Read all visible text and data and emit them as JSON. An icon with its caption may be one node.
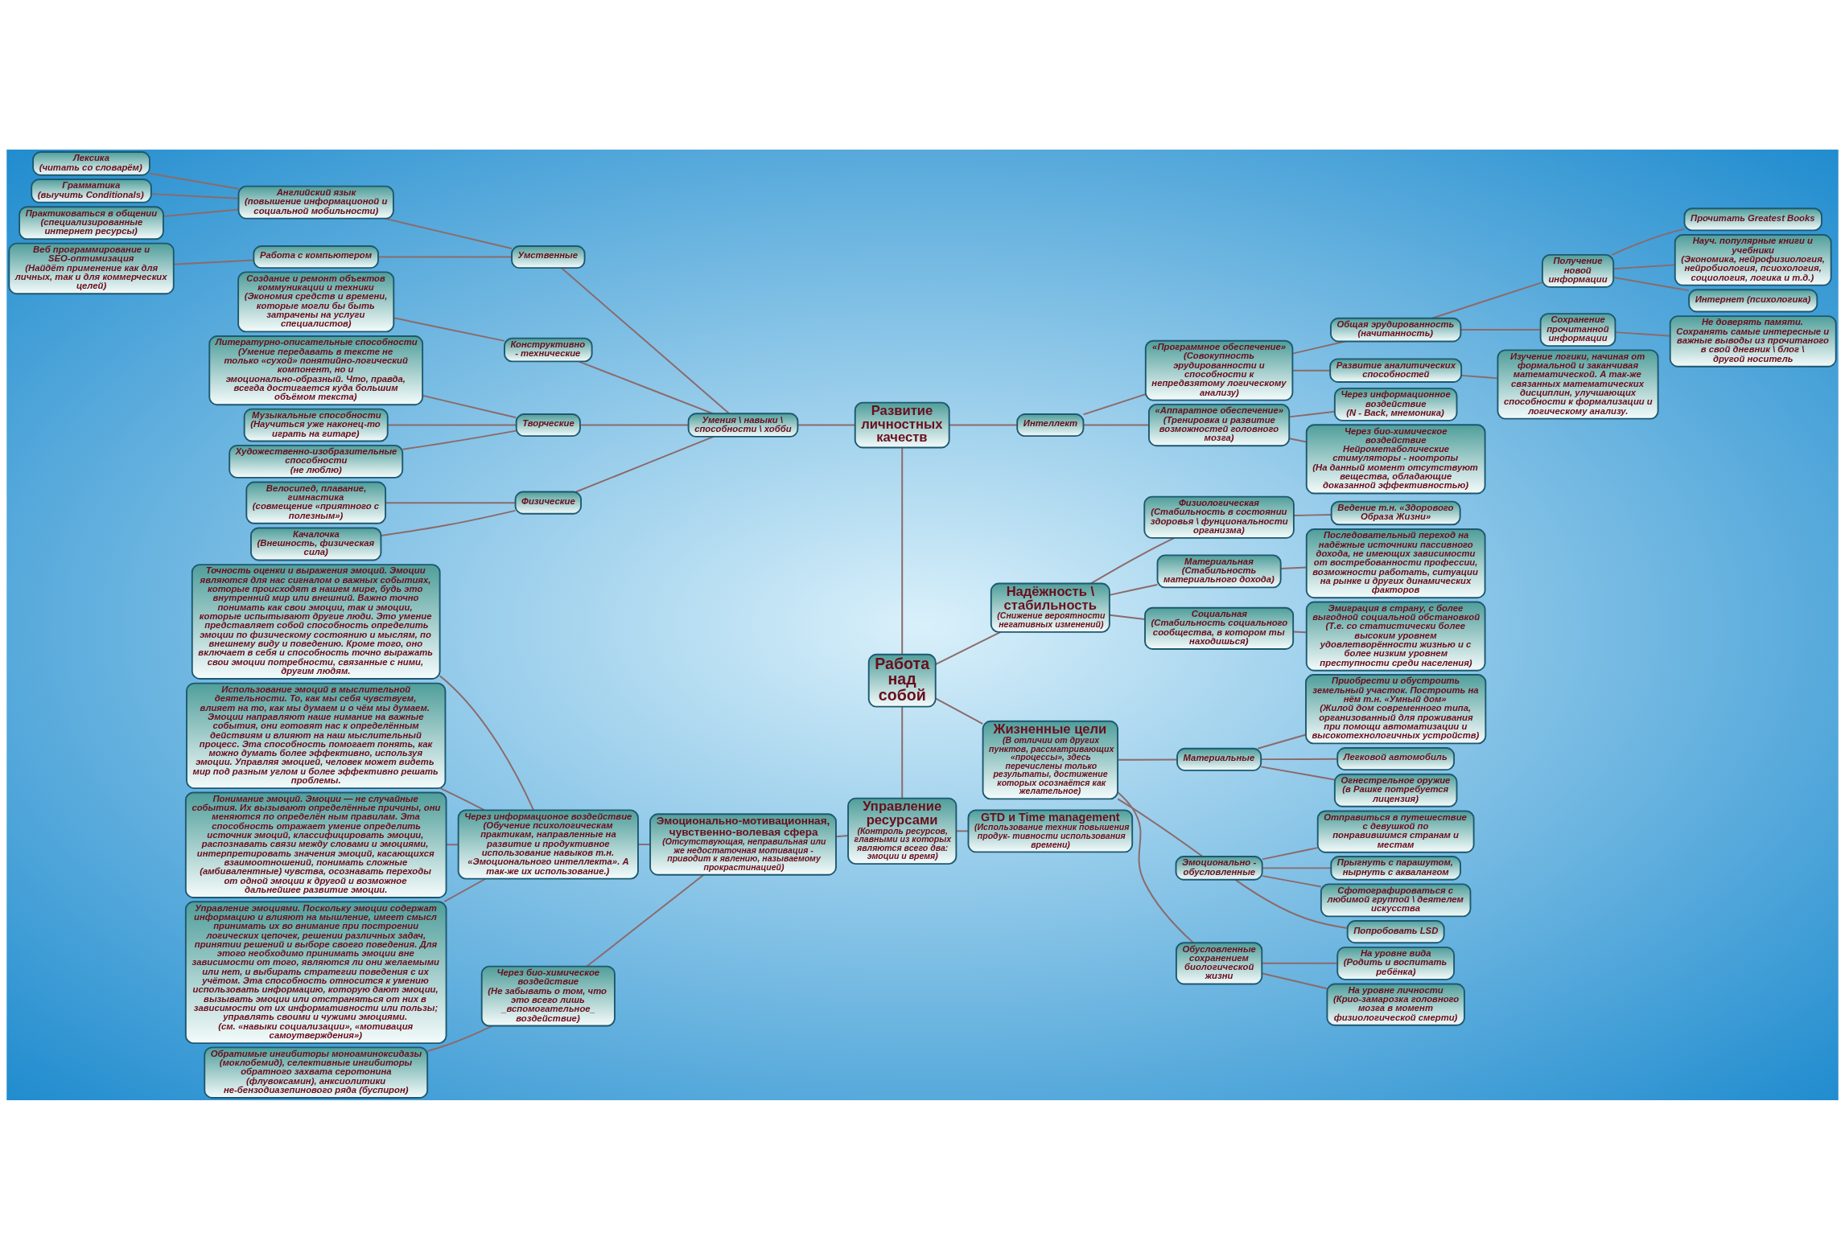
{
  "diagram": {
    "nodes": [
      {
        "text": [
          "Работа над собой"
        ]
      },
      {
        "text": [
          "Развитие личностных качеств"
        ]
      },
      {
        "text": [
          "Умения \\ навыки \\ способности \\ хобби"
        ]
      },
      {
        "text": [
          "Умственные"
        ]
      },
      {
        "text": [
          "Английский язык",
          "(повышение информационой и социальной мобильности)"
        ]
      },
      {
        "text": [
          "Лексика",
          "(читать со словарём)"
        ]
      },
      {
        "text": [
          "Грамматика",
          "(выучить Conditionals)"
        ]
      },
      {
        "text": [
          "Практиковаться в общении",
          "(специализированные интернет ресурсы)"
        ]
      },
      {
        "text": [
          "Работа с компьютером"
        ]
      },
      {
        "text": [
          "Веб программирование и SEO-оптимизация",
          "(Найдёт применение как для личных, так и для коммерческих целей)"
        ]
      },
      {
        "text": [
          "Конструктивно - технические"
        ]
      },
      {
        "text": [
          "Создание и ремонт объектов коммуникации и техники",
          "(Экономия средств и времени, которые могли бы быть затрачены на услуги специалистов)"
        ]
      },
      {
        "text": [
          "Творческие"
        ]
      },
      {
        "text": [
          "Литературно-описательные способности",
          "(Умение передавать в тексте не только «сухой» понятийно-логический компонент, но и эмоционально-образный. Что, правда, всегда достигается куда большим объёмом текста)"
        ]
      },
      {
        "text": [
          "Музыкальные способности",
          "(Научиться уже наконец-то играть на гитаре)"
        ]
      },
      {
        "text": [
          "Художественно-изобразительные способности",
          "(не люблю)"
        ]
      },
      {
        "text": [
          "Физические"
        ]
      },
      {
        "text": [
          "Велосипед, плавание, гимнастика",
          "(совмещение «приятного с полезным»)"
        ]
      },
      {
        "text": [
          "Качалочка",
          "(Внешность, физическая сила)"
        ]
      },
      {
        "text": [
          "Интеллект"
        ]
      },
      {
        "text": [
          "«Программное обеспечение»",
          "(Совокупность эрудированности и способности к непредвзятому логическому анализу)"
        ]
      },
      {
        "text": [
          "Общая эрудированность",
          "(начитанность)"
        ]
      },
      {
        "text": [
          "Получение новой информации"
        ]
      },
      {
        "text": [
          "Прочитать Greatest Books"
        ]
      },
      {
        "text": [
          "Науч. популярные книги и учебники",
          "(Экономика, нейрофизиология, нейробиология, псиохология, социология, логика и т.д.)"
        ]
      },
      {
        "text": [
          "Интернет (психологика)"
        ]
      },
      {
        "text": [
          "Сохранение прочитанной информации"
        ]
      },
      {
        "text": [
          "Не доверять памяти.",
          "Сохранять самые интересные и важные выводы из прочитаного в свой дневник \\ блог \\ другой носитель"
        ]
      },
      {
        "text": [
          "Развитие аналитических способностей"
        ]
      },
      {
        "text": [
          "Изучение логики, начиная от формальной и заканчивая математической. А так-же связанных математических дисциплин, улучшающих способности к формализации и логическому анализу."
        ]
      },
      {
        "text": [
          "«Аппаратное обеспечение»",
          "(Тренировка и развитие возможностей головного мозга)"
        ]
      },
      {
        "text": [
          "Через информационное воздействие",
          "(N - Back, мнемоника)"
        ]
      },
      {
        "text": [
          "Через био-химическое воздействие",
          "Нейрометаболические стимуляторы - ноотропы",
          "(На данный момент отсутствуют вещества, обладающие доказанной эффективностью)"
        ]
      },
      {
        "text": [
          "Надёжность \\ стабильность",
          "(Снижение вероятности негативных изменений)"
        ]
      },
      {
        "text": [
          "Физиологическая",
          "(Стабильность в состоянии здоровья \\ фунциональности организма)"
        ]
      },
      {
        "text": [
          "Ведение т.н. «Здорового Образа Жизни»"
        ]
      },
      {
        "text": [
          "Материальная",
          "(Стабильность материального дохода)"
        ]
      },
      {
        "text": [
          "Последовательный переход на надёжные источники пассивного дохода, не имеющих зависимости от востребованности профессии, возможности работать, ситуации на рынке и других динамических факторов"
        ]
      },
      {
        "text": [
          "Социальная",
          "(Стабильность социального сообщества, в котором ты находишься)"
        ]
      },
      {
        "text": [
          "Эмиграция в страну, с более выгодной социальной обстановкой",
          "(Т.е. со статистически более высоким уровнем удовлетворённости жизнью и с более низким уровнем преступности среди населения)"
        ]
      },
      {
        "text": [
          "Управление ресурсами",
          "(Контроль ресурсов, главными из которых являются всего два: эмоции и время)"
        ]
      },
      {
        "text": [
          "Эмоционально-мотивационная, чувственно-волевая сфера",
          "(Отсутствующая, неправильная или же недостаточная мотивация - приводит к явлению, называемому прокрастинацией)"
        ]
      },
      {
        "text": [
          "Через информационое воздействие",
          "(Обучение психологическам практикам, направленные на развитие и продуктивное использование навыков т.н. «Эмоционального интеллекта». А так-же их использование.)"
        ]
      },
      {
        "text": [
          "Точность оценки и выражения эмоций. Эмоции являются для нас сигналом о важных событиях, которые происходят в нашем мире, будь это внутренний мир или внешний. Важно точно понимать как свои эмоции, так и эмоции, которые испытывают другие люди. Это умение представляет собой способность определить эмоции по физическому состоянию и мыслям, по внешнему виду и поведению. Кроме того, оно включает в себя и способность точно выражать свои эмоции потребности, связанные с ними, другим людям."
        ]
      },
      {
        "text": [
          "Использование эмоций в мыслительной деятельности. То, как мы себя чувствуем, влияет на то, как мы думаем и о чём мы думаем. Эмоции направляют наше нимание на важные события, они готовят нас к определённым действиям и влияют на наш мыслительный процесс. Эта способность помогает понять, как можно думать более эффективно, используя эмоции. Управляя эмоцией, человек может видеть мир под разным углом и более эффективно решать проблемы."
        ]
      },
      {
        "text": [
          "Понимание эмоций. Эмоции — не случайные события. Их вызывают определённые причины, они меняются по определён ным правилам. Эта способность отражает умение определить источник эмоций, классифицировать эмоции, распознавать связи между словами и эмоциями, интерпретировать значения эмоций, касающихся взаимоотношений, понимать сложные (амбивалентные) чувства, осознавать переходы от одной эмоции к другой и возможное дальнейшее развитие эмоции."
        ]
      },
      {
        "text": [
          "Управление эмоциями. Поскольку эмоции содержат информацию и влияют на мышление, имеет смысл принимать их во внимание при построении логических цепочек, решении различных задач, принятии решений и выборе своего поведения. Для этого необходимо принимать эмоции вне зависимости от того, являются ли они желаемыми или нет, и выбирать стратегии поведения с их учётом. Эта способность относится к умению использовать информацию, которую дают эмоции, вызывать эмоции или отстраняться от них в зависимости от их информативности или пользы; управлять своими и чужими эмоциями.",
          "(см. «навыки социализации», «мотивация самоутверждения»)"
        ]
      },
      {
        "text": [
          "Через био-химическое воздействие",
          "(Не забывать о том, что это всего лишь _вспомогательное_ воздействие)"
        ]
      },
      {
        "text": [
          "Обратимые ингибиторы моноаминоксидазы (моклобемид), селективные ингибиторы обратного захвата серотонина (флувоксамин), анксиолитики не-бензодиазепинового ряда (буспирон)"
        ]
      },
      {
        "text": [
          "GTD и Time management",
          "(Использование техник повышения продук- тивности использования времени)"
        ]
      },
      {
        "text": [
          "Жизненные цели",
          "(В отличии от других пунктов, рассматривающих «процессы», здесь перечислены только результаты, достижение которых осознаётся как желательное)"
        ]
      },
      {
        "text": [
          "Материальные"
        ]
      },
      {
        "text": [
          "Приобрести и обустроить земельный участок. Построить на нём т.н. «Умный дом»",
          "(Жилой дом современного типа, организованный для проживания при помощи автоматизации и высокотехнологичных устройств)"
        ]
      },
      {
        "text": [
          "Легковой автомобиль"
        ]
      },
      {
        "text": [
          "Огнестрельное оружие",
          "(в Рашке потребуется лицензия)"
        ]
      },
      {
        "text": [
          "Эмоционально - обусловленные"
        ]
      },
      {
        "text": [
          "Отправиться в путешествие с девушкой по понравившимся странам и местам"
        ]
      },
      {
        "text": [
          "Прыгнуть с парашутом, нырнуть с аквалангом"
        ]
      },
      {
        "text": [
          "Сфотографироваться с любимой группой \\ деятелем искусства"
        ]
      },
      {
        "text": [
          "Попробовать LSD"
        ]
      },
      {
        "text": [
          "Обусловленные сохранением биологической жизни"
        ]
      },
      {
        "text": [
          "На уровне вида",
          "(Родить и воспитать ребёнка)"
        ]
      },
      {
        "text": [
          "На уровне личности",
          "(Крио-замарозка головного мозга в момент физиологической смерти)"
        ]
      }
    ],
    "edges": [
      {
        "from": 1,
        "to": 0,
        "arrow": "none"
      },
      {
        "from": 0,
        "to": 40,
        "arrow": "none"
      },
      {
        "from": 0,
        "to": 33,
        "arrow": "none"
      },
      {
        "from": 0,
        "to": 50,
        "arrow": "none"
      },
      {
        "from": 2,
        "to": 1,
        "arrow": "none"
      },
      {
        "from": 1,
        "to": 19,
        "arrow": "none"
      },
      {
        "from": 3,
        "to": 2,
        "arrow": "none"
      },
      {
        "from": 4,
        "to": 3,
        "arrow": "none"
      },
      {
        "from": 5,
        "to": 4,
        "arrow": "none"
      },
      {
        "from": 6,
        "to": 4,
        "arrow": "none"
      },
      {
        "from": 7,
        "to": 4,
        "arrow": "none"
      },
      {
        "from": 8,
        "to": 3,
        "arrow": "none"
      },
      {
        "from": 9,
        "to": 8,
        "arrow": "none"
      },
      {
        "from": 10,
        "to": 2,
        "arrow": "none"
      },
      {
        "from": 11,
        "to": 10,
        "arrow": "none"
      },
      {
        "from": 12,
        "to": 2,
        "arrow": "none"
      },
      {
        "from": 13,
        "to": 12,
        "arrow": "none"
      },
      {
        "from": 14,
        "to": 12,
        "arrow": "none"
      },
      {
        "from": 15,
        "to": 12,
        "arrow": "none"
      },
      {
        "from": 16,
        "to": 2,
        "arrow": "none"
      },
      {
        "from": 17,
        "to": 16,
        "arrow": "none"
      },
      {
        "from": 18,
        "to": 16,
        "arrow": "none"
      },
      {
        "from": 19,
        "to": 20,
        "arrow": "none"
      },
      {
        "from": 20,
        "to": 21,
        "arrow": "none"
      },
      {
        "from": 21,
        "to": 22,
        "arrow": "none"
      },
      {
        "from": 22,
        "to": 23,
        "arrow": "none"
      },
      {
        "from": 22,
        "to": 24,
        "arrow": "none"
      },
      {
        "from": 22,
        "to": 25,
        "arrow": "none"
      },
      {
        "from": 21,
        "to": 26,
        "arrow": "none"
      },
      {
        "from": 26,
        "to": 27,
        "arrow": "none"
      },
      {
        "from": 20,
        "to": 28,
        "arrow": "none"
      },
      {
        "from": 28,
        "to": 29,
        "arrow": "none"
      },
      {
        "from": 19,
        "to": 30,
        "arrow": "none"
      },
      {
        "from": 30,
        "to": 31,
        "arrow": "none"
      },
      {
        "from": 30,
        "to": 32,
        "arrow": "none"
      },
      {
        "from": 33,
        "to": 34,
        "arrow": "none"
      },
      {
        "from": 34,
        "to": 35,
        "arrow": "none"
      },
      {
        "from": 33,
        "to": 36,
        "arrow": "none"
      },
      {
        "from": 36,
        "to": 37,
        "arrow": "none"
      },
      {
        "from": 33,
        "to": 38,
        "arrow": "none"
      },
      {
        "from": 38,
        "to": 39,
        "arrow": "none"
      },
      {
        "from": 41,
        "to": 40,
        "arrow": "none"
      },
      {
        "from": 40,
        "to": 49,
        "arrow": "none"
      },
      {
        "from": 42,
        "to": 41,
        "arrow": "none"
      },
      {
        "from": 43,
        "to": 42,
        "arrow": "none"
      },
      {
        "from": 44,
        "to": 42,
        "arrow": "none"
      },
      {
        "from": 45,
        "to": 42,
        "arrow": "none"
      },
      {
        "from": 46,
        "to": 42,
        "arrow": "none"
      },
      {
        "from": 47,
        "to": 41,
        "arrow": "none"
      },
      {
        "from": 48,
        "to": 47,
        "arrow": "none"
      },
      {
        "from": 50,
        "to": 51,
        "arrow": "none"
      },
      {
        "from": 51,
        "to": 52,
        "arrow": "none"
      },
      {
        "from": 51,
        "to": 53,
        "arrow": "none"
      },
      {
        "from": 51,
        "to": 54,
        "arrow": "none"
      },
      {
        "from": 50,
        "to": 55,
        "arrow": "none"
      },
      {
        "from": 55,
        "to": 56,
        "arrow": "none"
      },
      {
        "from": 55,
        "to": 57,
        "arrow": "none"
      },
      {
        "from": 55,
        "to": 58,
        "arrow": "none"
      },
      {
        "from": 55,
        "to": 59,
        "arrow": "none"
      },
      {
        "from": 50,
        "to": 60,
        "arrow": "none"
      },
      {
        "from": 60,
        "to": 61,
        "arrow": "none"
      },
      {
        "from": 60,
        "to": 62,
        "arrow": "none"
      }
    ]
  }
}
